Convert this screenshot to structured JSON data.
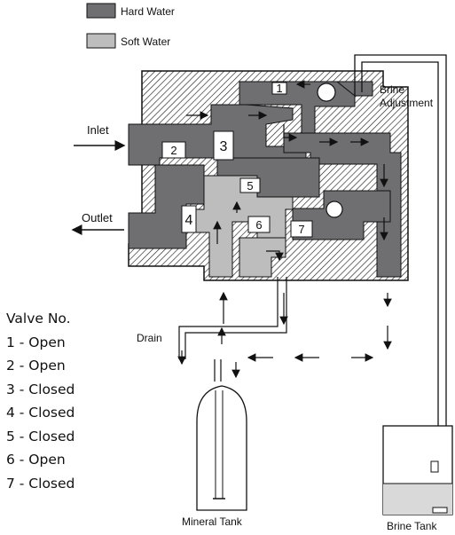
{
  "legend": {
    "hard_water": "Hard Water",
    "soft_water": "Soft Water"
  },
  "labels": {
    "inlet": "Inlet",
    "outlet": "Outlet",
    "drain": "Drain",
    "brine_adjustment_line1": "Brine",
    "brine_adjustment_line2": "Adjustment",
    "mineral_tank": "Mineral Tank",
    "brine_tank": "Brine Tank"
  },
  "valve_numbers": {
    "v1": "1",
    "v2": "2",
    "v3": "3",
    "v4": "4",
    "v5": "5",
    "v6": "6",
    "v7": "7"
  },
  "valve_list": {
    "title": "Valve No.",
    "items": [
      "1 - Open",
      "2 - Open",
      "3 - Closed",
      "4 - Closed",
      "5 - Closed",
      "6 - Open",
      "7 - Closed"
    ]
  },
  "colors": {
    "hard_water": "#6f6f72",
    "soft_water": "#bdbdbd",
    "body_hatch_line": "#222222"
  }
}
